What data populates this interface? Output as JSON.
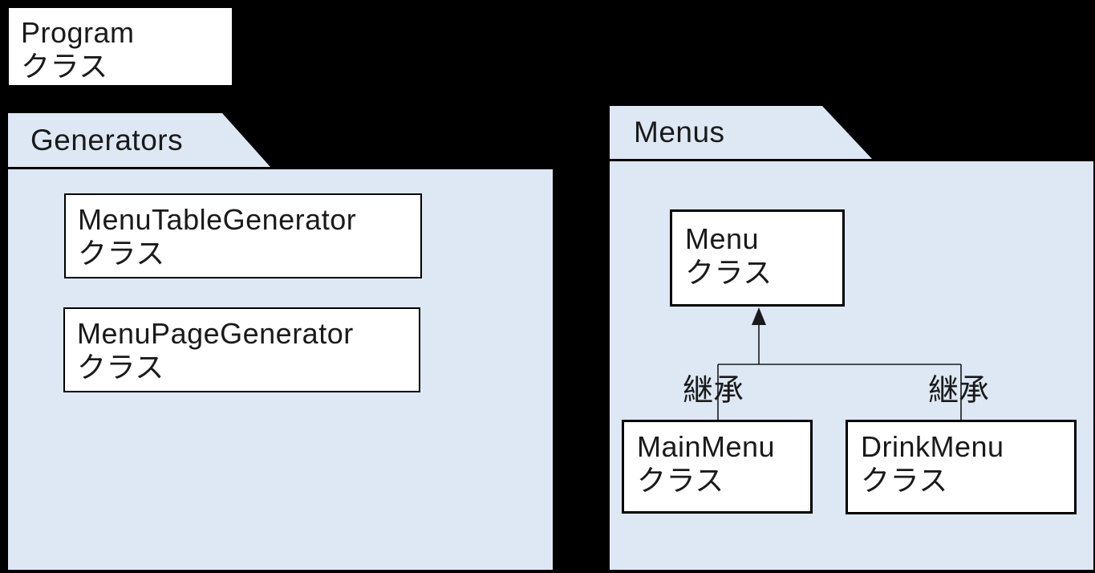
{
  "colors": {
    "background": "#000000",
    "package_fill": "#dde8f4",
    "box_fill": "#ffffff",
    "border": "#000000",
    "text": "#1a1a1a",
    "connector": "#1a1a1a"
  },
  "program_box": {
    "name": "Program",
    "type_label": "クラス"
  },
  "generators_package": {
    "label": "Generators",
    "classes": [
      {
        "name": "MenuTableGenerator",
        "type_label": "クラス"
      },
      {
        "name": "MenuPageGenerator",
        "type_label": "クラス"
      }
    ]
  },
  "menus_package": {
    "label": "Menus",
    "parent_class": {
      "name": "Menu",
      "type_label": "クラス"
    },
    "child_classes": [
      {
        "name": "MainMenu",
        "type_label": "クラス"
      },
      {
        "name": "DrinkMenu",
        "type_label": "クラス"
      }
    ],
    "inheritance_label_left": "継承",
    "inheritance_label_right": "継承"
  }
}
